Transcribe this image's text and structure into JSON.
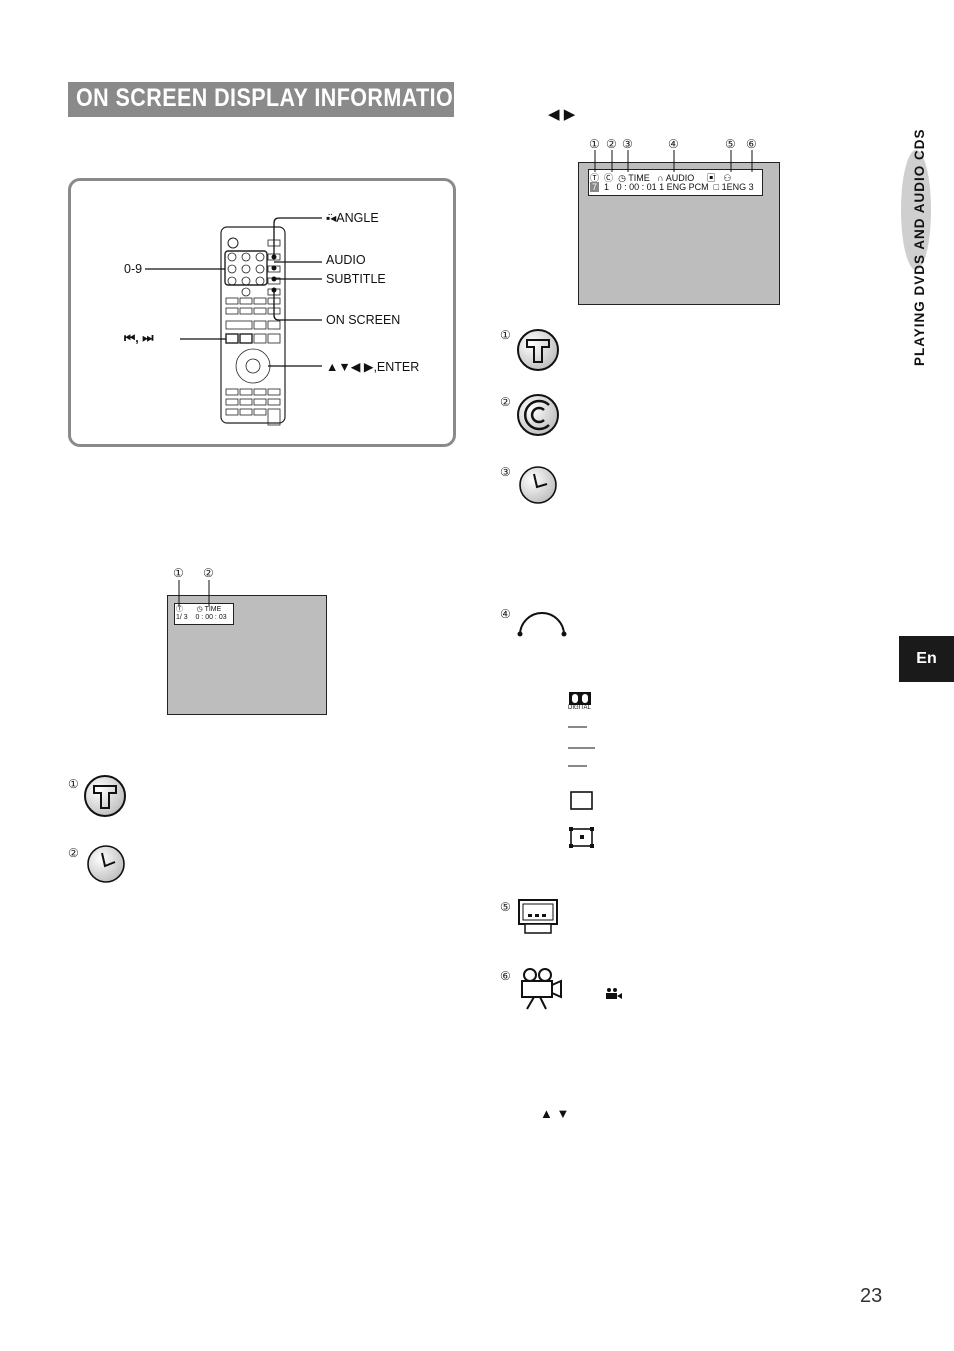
{
  "page": {
    "title": "ON SCREEN DISPLAY INFORMATION",
    "side_label": "PLAYING DVDS AND AUDIO CDS",
    "lang_tab": "En",
    "page_number": "23"
  },
  "remote": {
    "angle": "ANGLE",
    "audio": "AUDIO",
    "subtitle": "SUBTITLE",
    "on_screen": "ON SCREEN",
    "enter": "▲▼◀ ▶,ENTER",
    "digits": "0-9",
    "skip": "⏮, ⏭"
  },
  "dvd_osd": {
    "arrows": "◀    ▶",
    "numbers": [
      "①",
      "②",
      "③",
      "④",
      "⑤",
      "⑥"
    ],
    "row1_time": "TIME",
    "row1_audio": "AUDIO",
    "row2_title": "7",
    "row2_chapter": "1",
    "row2_time": "0 : 00 : 01",
    "row2_audio": "1 ENG PCM",
    "row2_subtitle": "1ENG",
    "row2_angle": "3"
  },
  "cd_osd": {
    "numbers": [
      "①",
      "②"
    ],
    "time_label": "TIME",
    "track": "1/ 3",
    "time": "0 : 00 : 03"
  },
  "legend_right": [
    "①",
    "②",
    "③",
    "④",
    "⑤",
    "⑥"
  ],
  "legend_left": [
    "①",
    "②"
  ],
  "dolby": "DIGITAL",
  "up_down_arrows": "▲   ▼"
}
